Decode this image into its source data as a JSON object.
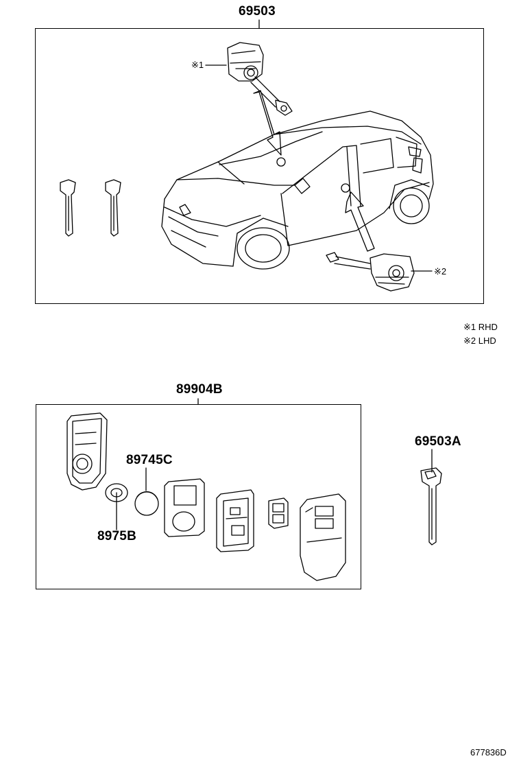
{
  "diagram": {
    "upper_group": {
      "part_number": "69503",
      "marker_rhd": "※1",
      "marker_lhd": "※2"
    },
    "legend": {
      "rhd": "※1 RHD",
      "lhd": "※2 LHD"
    },
    "lower_group": {
      "part_number": "89904B",
      "battery_part": "89745C",
      "seal_part": "8975B"
    },
    "spare_key": {
      "part_number": "69503A"
    },
    "figure_id": "677836D",
    "colors": {
      "line": "#000000",
      "background": "#ffffff"
    }
  }
}
